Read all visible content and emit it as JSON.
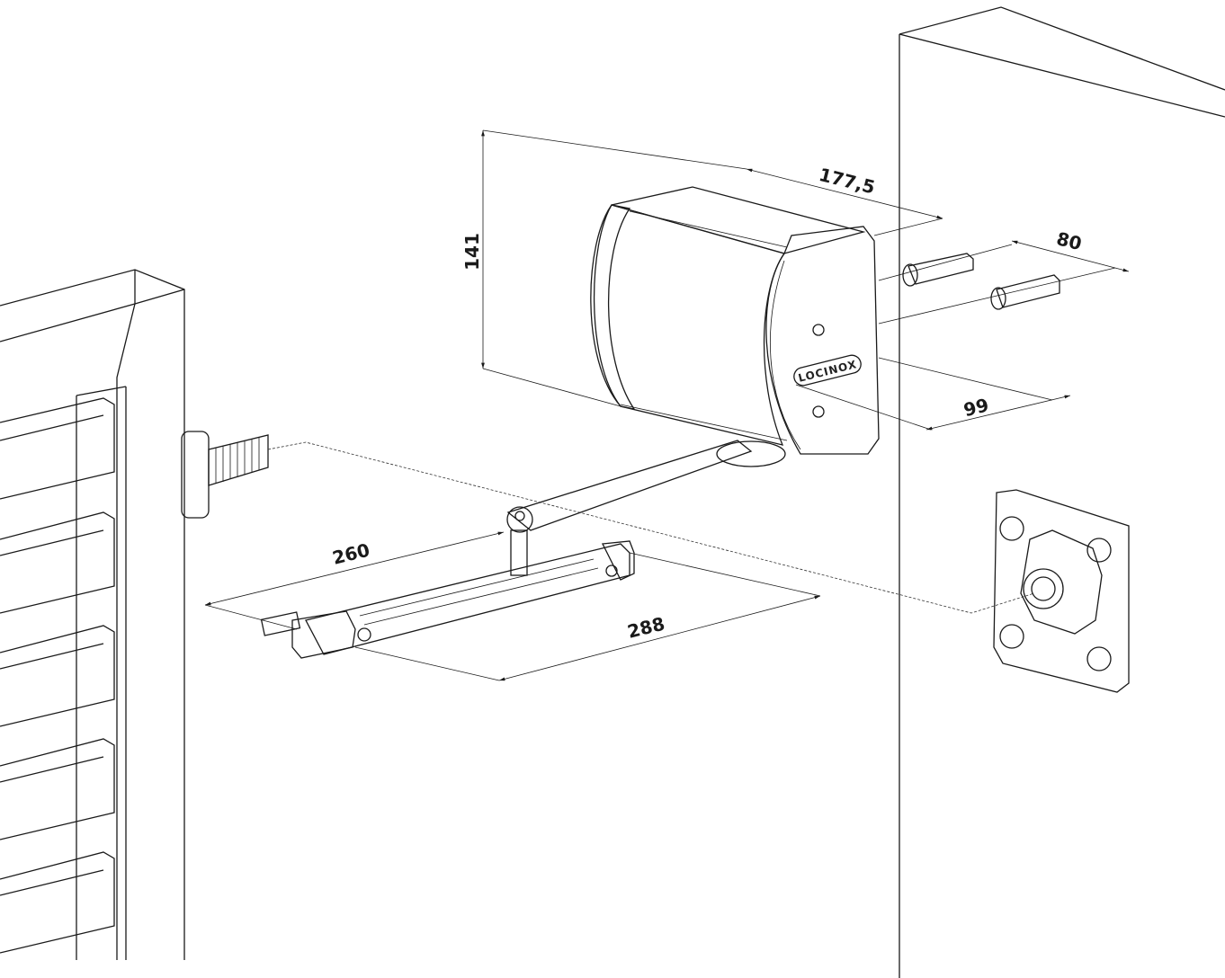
{
  "diagram": {
    "brand_logo": "LOCINOX",
    "dimensions": {
      "width": "177,5",
      "height": "141",
      "depth": "99",
      "anchor_spacing": "80",
      "arm_length": "260",
      "slide_rail_length": "288"
    },
    "colors": {
      "housing": "#dcdcdc",
      "end_caps": "#8a8a8a",
      "lines": "#1a1a1a"
    }
  }
}
